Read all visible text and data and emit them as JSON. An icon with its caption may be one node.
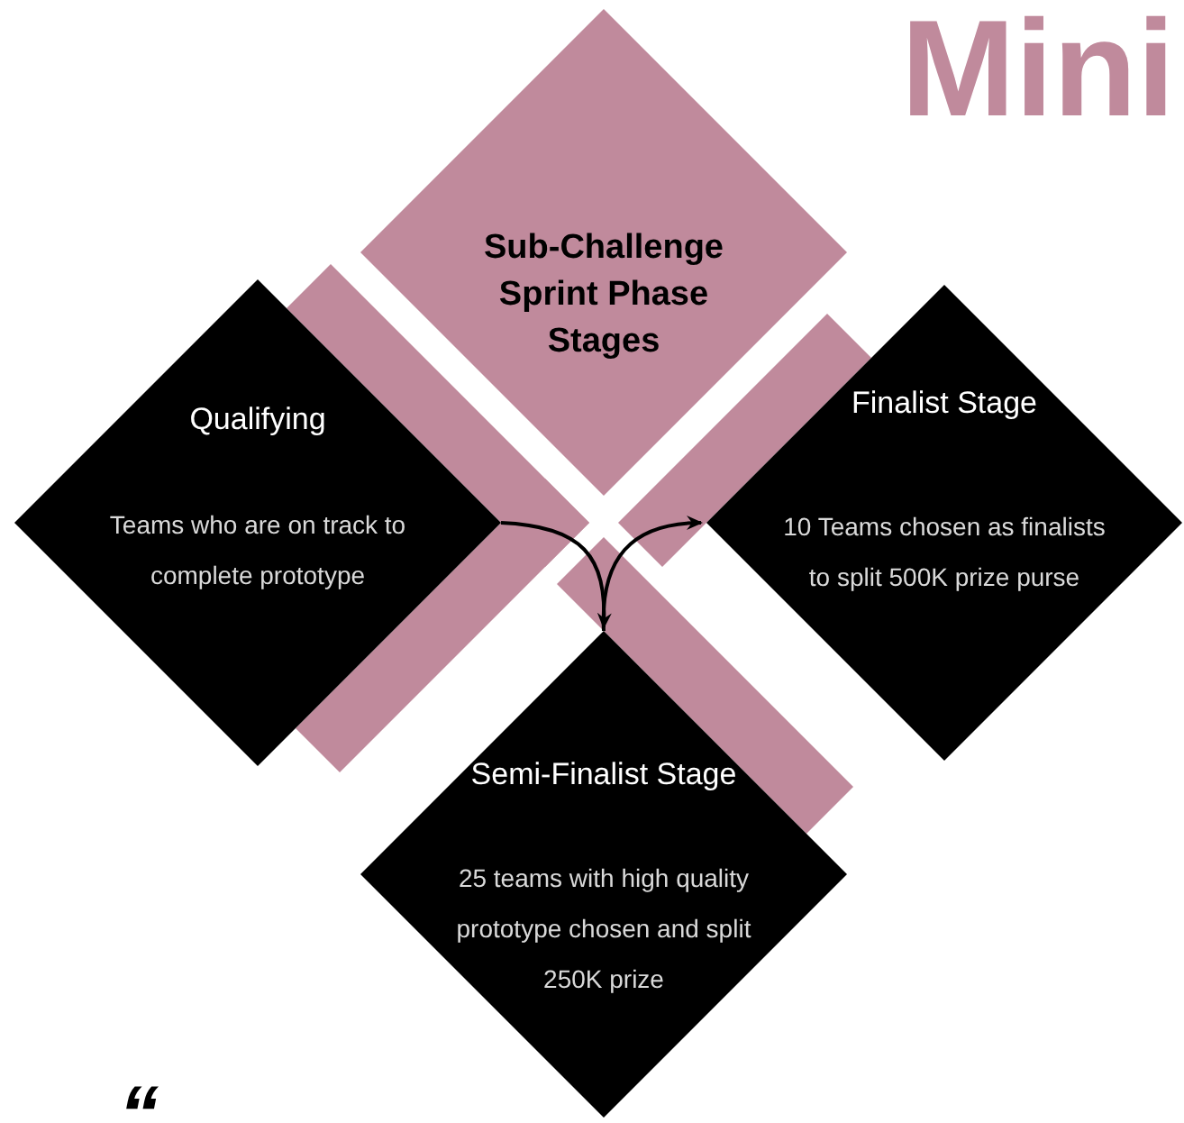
{
  "diagram": {
    "nodes": [
      {
        "text": [
          "Sub-Challenge Sprint Phase Stages"
        ]
      },
      {
        "text": [
          "Qualifying",
          "Teams who are on track to complete prototype"
        ]
      },
      {
        "text": [
          "Finalist Stage",
          "10 Teams chosen as finalists to split 500K prize purse"
        ]
      },
      {
        "text": [
          "Semi-Finalist Stage",
          "25 teams with high quality prototype chosen and split 250K prize"
        ]
      }
    ],
    "edges": [
      {
        "from": 1,
        "to": 3,
        "arrow": "to"
      },
      {
        "from": 3,
        "to": 2,
        "arrow": "to"
      }
    ],
    "labels": [
      "Mini",
      "“"
    ]
  }
}
